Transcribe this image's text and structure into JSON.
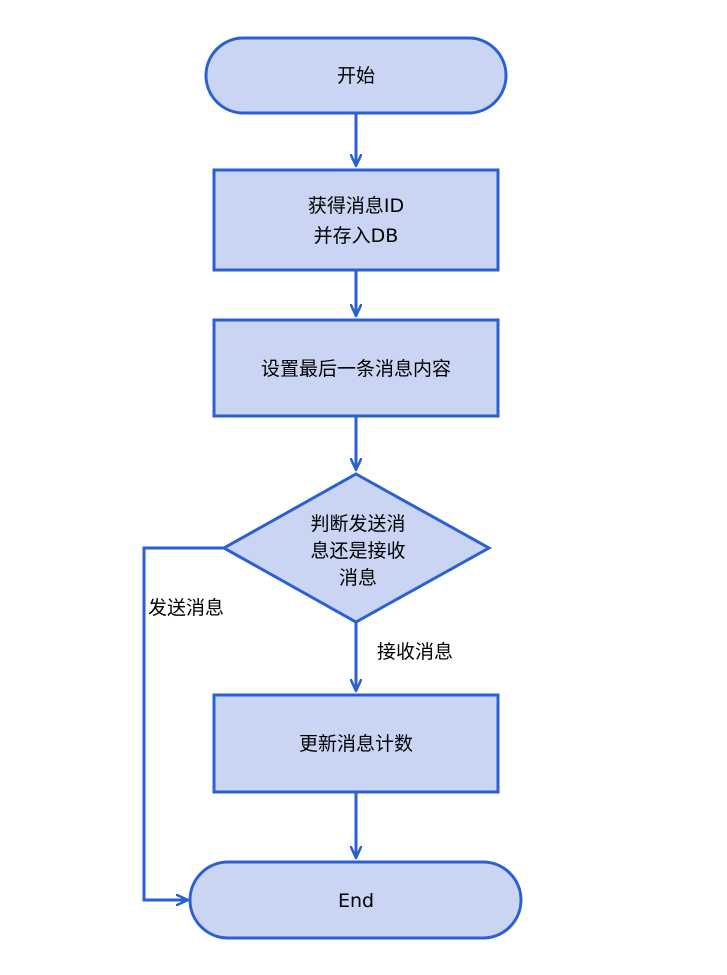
{
  "colors": {
    "node_fill": "#c9d5f2",
    "node_stroke": "#2b5fd4",
    "edge": "#2b5fd4"
  },
  "nodes": {
    "start": {
      "shape": "terminal",
      "lines": [
        "开始"
      ]
    },
    "get_id": {
      "shape": "process",
      "lines": [
        "获得消息ID",
        "并存入DB"
      ]
    },
    "set_last": {
      "shape": "process",
      "lines": [
        "设置最后一条消息内容"
      ]
    },
    "decision": {
      "shape": "decision",
      "lines": [
        "判断发送消",
        "息还是接收",
        "消息"
      ]
    },
    "update_count": {
      "shape": "process",
      "lines": [
        "更新消息计数"
      ]
    },
    "end": {
      "shape": "terminal",
      "lines": [
        "End"
      ]
    }
  },
  "edges": {
    "send_label": "发送消息",
    "receive_label": "接收消息"
  }
}
